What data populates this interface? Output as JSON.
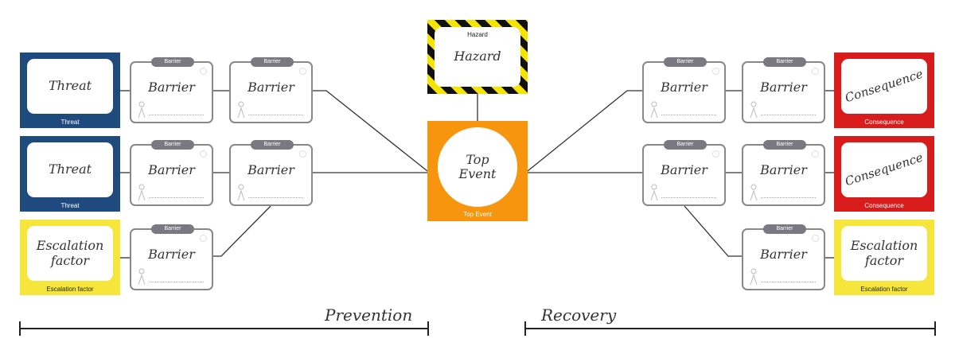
{
  "hazard": {
    "caption": "Hazard",
    "label": "Hazard"
  },
  "top_event": {
    "caption": "Top Event",
    "label": "Top Event"
  },
  "threats": [
    {
      "caption": "Threat",
      "label": "Threat"
    },
    {
      "caption": "Threat",
      "label": "Threat"
    }
  ],
  "left_escalation": {
    "caption": "Escalation factor",
    "label": "Escalation factor"
  },
  "consequences": [
    {
      "caption": "Consequence",
      "label": "Consequence"
    },
    {
      "caption": "Consequence",
      "label": "Consequence"
    }
  ],
  "right_escalation": {
    "caption": "Escalation factor",
    "label": "Escalation factor"
  },
  "barrier": {
    "tab": "Barrier",
    "label": "Barrier"
  },
  "phases": {
    "prevention": "Prevention",
    "recovery": "Recovery"
  },
  "colors": {
    "threat": "#1f4a7e",
    "consequence": "#d81c1c",
    "escalation": "#f6e53a",
    "top_event": "#f7950f"
  }
}
